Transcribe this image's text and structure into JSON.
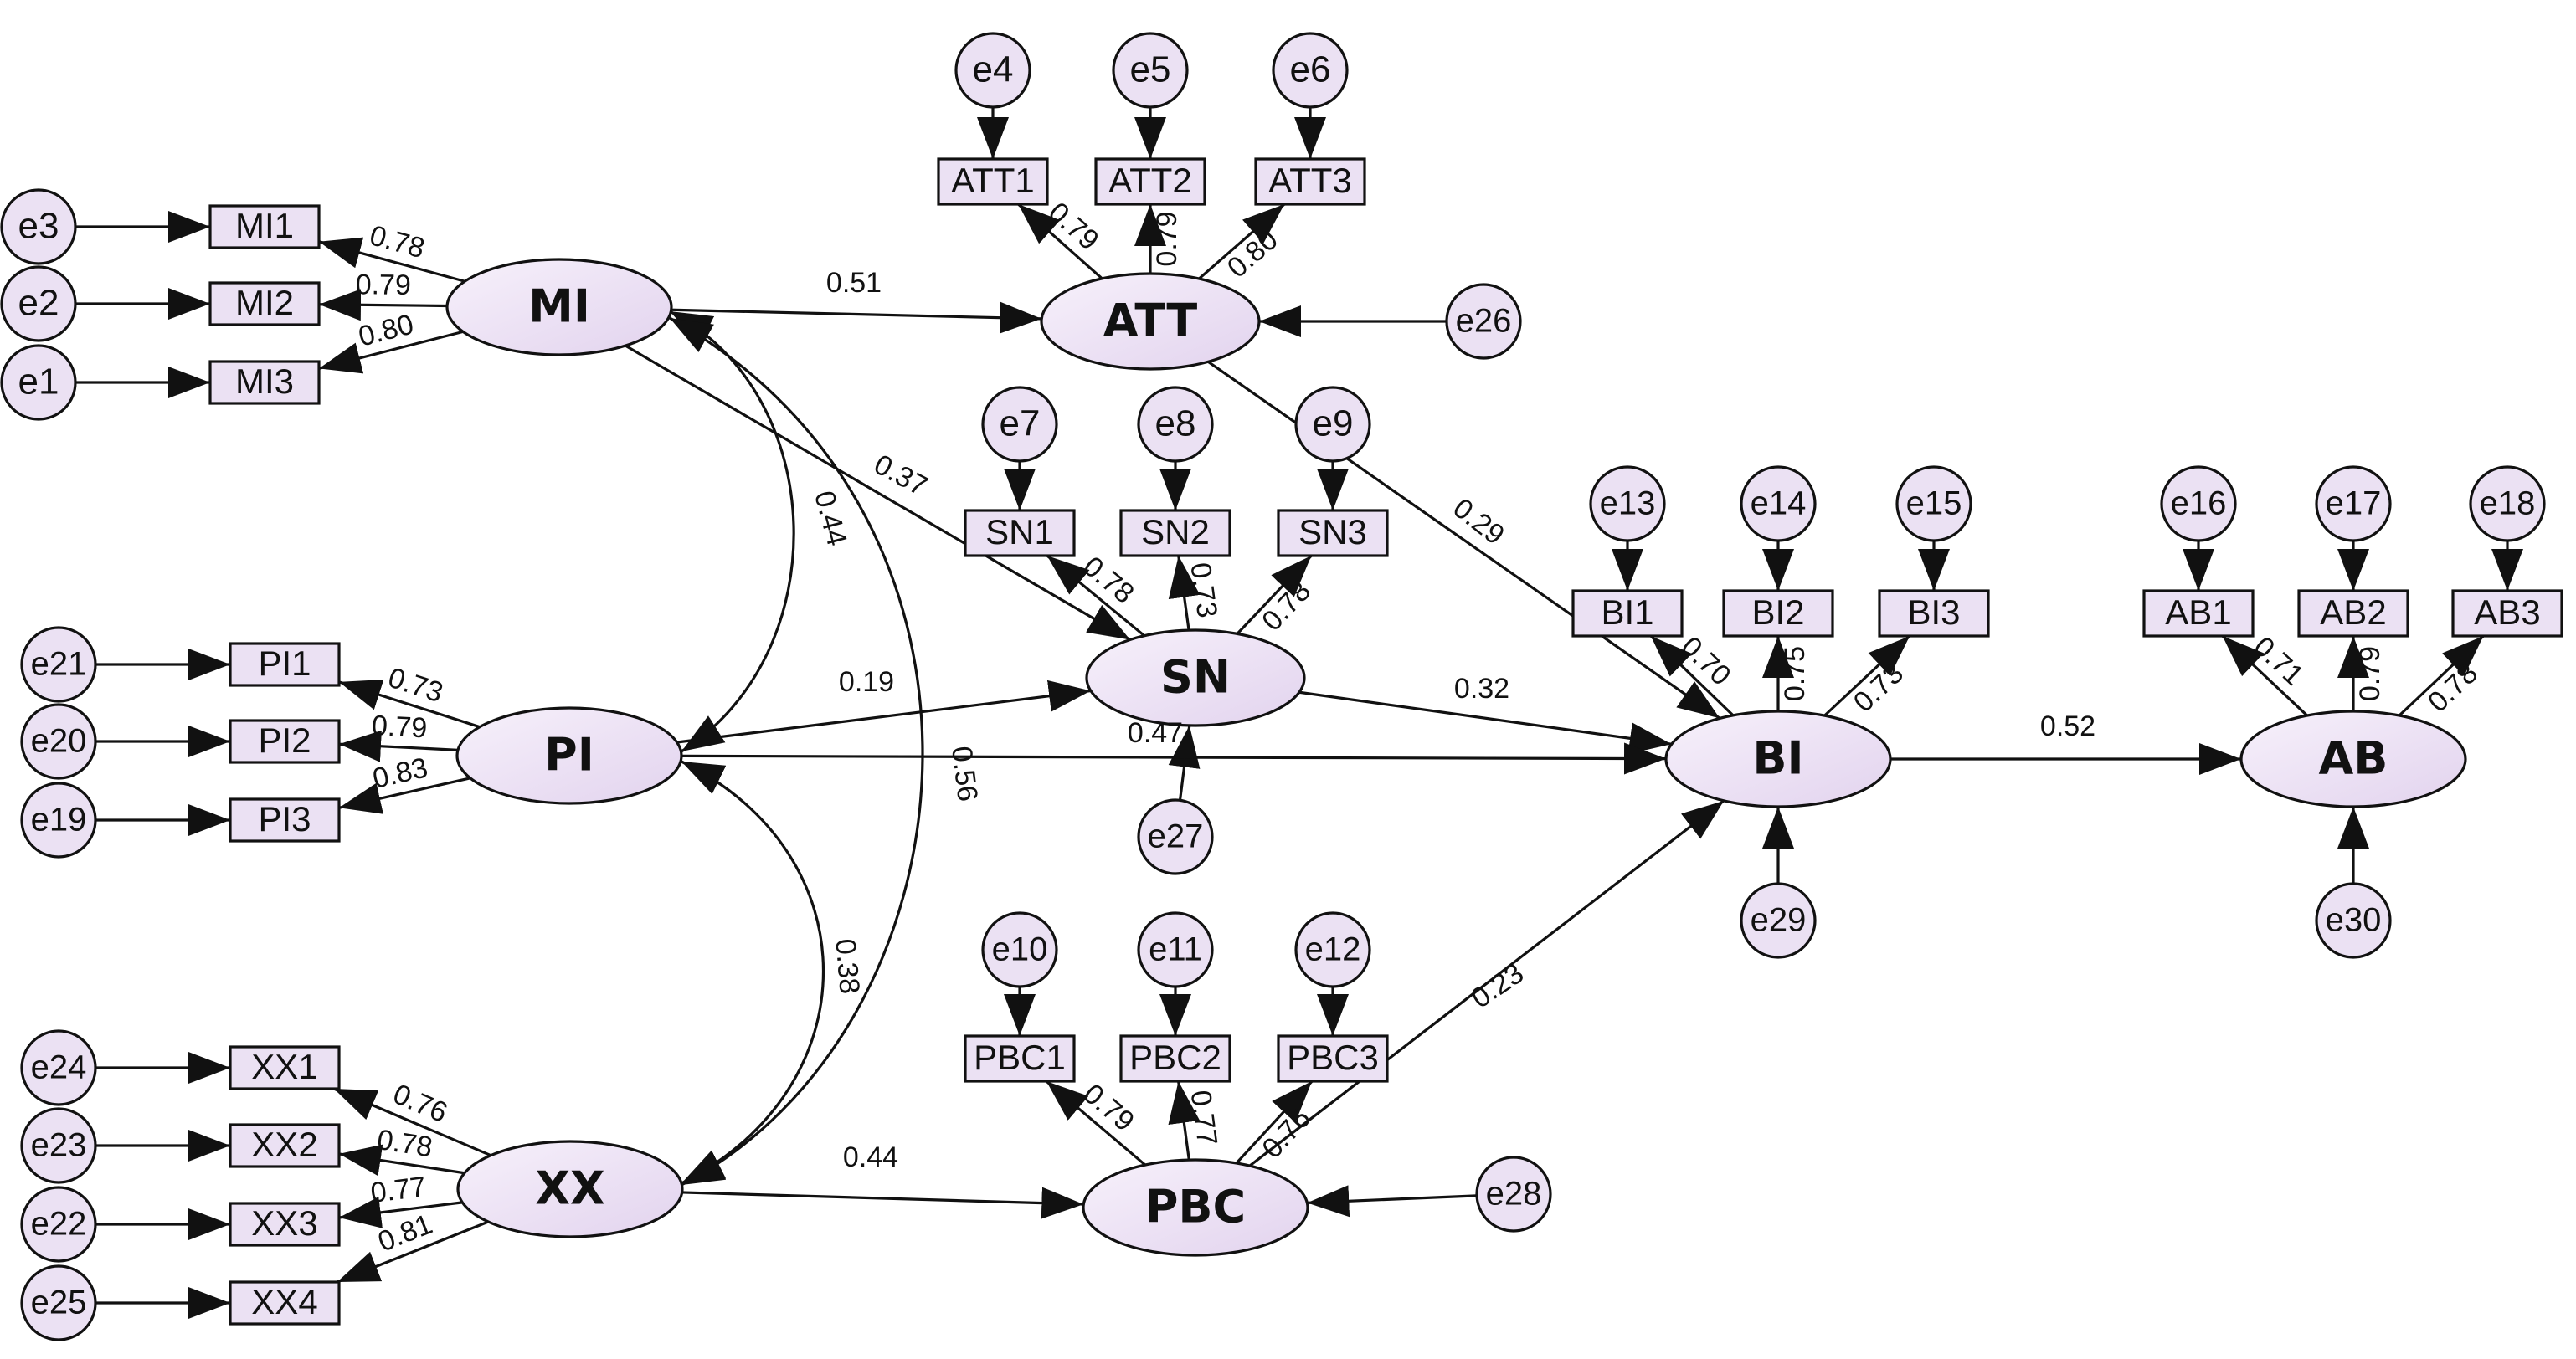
{
  "diagram": {
    "latents": [
      {
        "id": "MI",
        "label": "MI"
      },
      {
        "id": "ATT",
        "label": "ATT"
      },
      {
        "id": "SN",
        "label": "SN"
      },
      {
        "id": "PI",
        "label": "PI"
      },
      {
        "id": "PBC",
        "label": "PBC"
      },
      {
        "id": "XX",
        "label": "XX"
      },
      {
        "id": "BI",
        "label": "BI"
      },
      {
        "id": "AB",
        "label": "AB"
      }
    ],
    "indicators": [
      {
        "id": "MI1",
        "label": "MI1"
      },
      {
        "id": "MI2",
        "label": "MI2"
      },
      {
        "id": "MI3",
        "label": "MI3"
      },
      {
        "id": "ATT1",
        "label": "ATT1"
      },
      {
        "id": "ATT2",
        "label": "ATT2"
      },
      {
        "id": "ATT3",
        "label": "ATT3"
      },
      {
        "id": "SN1",
        "label": "SN1"
      },
      {
        "id": "SN2",
        "label": "SN2"
      },
      {
        "id": "SN3",
        "label": "SN3"
      },
      {
        "id": "PI1",
        "label": "PI1"
      },
      {
        "id": "PI2",
        "label": "PI2"
      },
      {
        "id": "PI3",
        "label": "PI3"
      },
      {
        "id": "PBC1",
        "label": "PBC1"
      },
      {
        "id": "PBC2",
        "label": "PBC2"
      },
      {
        "id": "PBC3",
        "label": "PBC3"
      },
      {
        "id": "XX1",
        "label": "XX1"
      },
      {
        "id": "XX2",
        "label": "XX2"
      },
      {
        "id": "XX3",
        "label": "XX3"
      },
      {
        "id": "XX4",
        "label": "XX4"
      },
      {
        "id": "BI1",
        "label": "BI1"
      },
      {
        "id": "BI2",
        "label": "BI2"
      },
      {
        "id": "BI3",
        "label": "BI3"
      },
      {
        "id": "AB1",
        "label": "AB1"
      },
      {
        "id": "AB2",
        "label": "AB2"
      },
      {
        "id": "AB3",
        "label": "AB3"
      }
    ],
    "errors": [
      {
        "id": "e1",
        "label": "e1"
      },
      {
        "id": "e2",
        "label": "e2"
      },
      {
        "id": "e3",
        "label": "e3"
      },
      {
        "id": "e4",
        "label": "e4"
      },
      {
        "id": "e5",
        "label": "e5"
      },
      {
        "id": "e6",
        "label": "e6"
      },
      {
        "id": "e7",
        "label": "e7"
      },
      {
        "id": "e8",
        "label": "e8"
      },
      {
        "id": "e9",
        "label": "e9"
      },
      {
        "id": "e10",
        "label": "e10"
      },
      {
        "id": "e11",
        "label": "e11"
      },
      {
        "id": "e12",
        "label": "e12"
      },
      {
        "id": "e13",
        "label": "e13"
      },
      {
        "id": "e14",
        "label": "e14"
      },
      {
        "id": "e15",
        "label": "e15"
      },
      {
        "id": "e16",
        "label": "e16"
      },
      {
        "id": "e17",
        "label": "e17"
      },
      {
        "id": "e18",
        "label": "e18"
      },
      {
        "id": "e19",
        "label": "e19"
      },
      {
        "id": "e20",
        "label": "e20"
      },
      {
        "id": "e21",
        "label": "e21"
      },
      {
        "id": "e22",
        "label": "e22"
      },
      {
        "id": "e23",
        "label": "e23"
      },
      {
        "id": "e24",
        "label": "e24"
      },
      {
        "id": "e25",
        "label": "e25"
      },
      {
        "id": "e26",
        "label": "e26"
      },
      {
        "id": "e27",
        "label": "e27"
      },
      {
        "id": "e28",
        "label": "e28"
      },
      {
        "id": "e29",
        "label": "e29"
      },
      {
        "id": "e30",
        "label": "e30"
      }
    ],
    "loadings": [
      {
        "from": "MI",
        "to": "MI1",
        "value": "0.78"
      },
      {
        "from": "MI",
        "to": "MI2",
        "value": "0.79"
      },
      {
        "from": "MI",
        "to": "MI3",
        "value": "0.80"
      },
      {
        "from": "ATT",
        "to": "ATT1",
        "value": "0.79"
      },
      {
        "from": "ATT",
        "to": "ATT2",
        "value": "0.79"
      },
      {
        "from": "ATT",
        "to": "ATT3",
        "value": "0.80"
      },
      {
        "from": "SN",
        "to": "SN1",
        "value": "0.78"
      },
      {
        "from": "SN",
        "to": "SN2",
        "value": "0.73"
      },
      {
        "from": "SN",
        "to": "SN3",
        "value": "0.78"
      },
      {
        "from": "PI",
        "to": "PI1",
        "value": "0.73"
      },
      {
        "from": "PI",
        "to": "PI2",
        "value": "0.79"
      },
      {
        "from": "PI",
        "to": "PI3",
        "value": "0.83"
      },
      {
        "from": "PBC",
        "to": "PBC1",
        "value": "0.79"
      },
      {
        "from": "PBC",
        "to": "PBC2",
        "value": "0.77"
      },
      {
        "from": "PBC",
        "to": "PBC3",
        "value": "0.76"
      },
      {
        "from": "XX",
        "to": "XX1",
        "value": "0.76"
      },
      {
        "from": "XX",
        "to": "XX2",
        "value": "0.78"
      },
      {
        "from": "XX",
        "to": "XX3",
        "value": "0.77"
      },
      {
        "from": "XX",
        "to": "XX4",
        "value": "0.81"
      },
      {
        "from": "BI",
        "to": "BI1",
        "value": "0.70"
      },
      {
        "from": "BI",
        "to": "BI2",
        "value": "0.75"
      },
      {
        "from": "BI",
        "to": "BI3",
        "value": "0.73"
      },
      {
        "from": "AB",
        "to": "AB1",
        "value": "0.71"
      },
      {
        "from": "AB",
        "to": "AB2",
        "value": "0.79"
      },
      {
        "from": "AB",
        "to": "AB3",
        "value": "0.78"
      }
    ],
    "paths": [
      {
        "from": "MI",
        "to": "ATT",
        "value": "0.51"
      },
      {
        "from": "MI",
        "to": "SN",
        "value": "0.37"
      },
      {
        "from": "PI",
        "to": "SN",
        "value": "0.19"
      },
      {
        "from": "XX",
        "to": "PBC",
        "value": "0.44"
      },
      {
        "from": "ATT",
        "to": "BI",
        "value": "0.29"
      },
      {
        "from": "SN",
        "to": "BI",
        "value": "0.32"
      },
      {
        "from": "PI",
        "to": "BI",
        "value": "0.47"
      },
      {
        "from": "PBC",
        "to": "BI",
        "value": "0.23"
      },
      {
        "from": "BI",
        "to": "AB",
        "value": "0.52"
      }
    ],
    "covariances": [
      {
        "a": "MI",
        "b": "PI",
        "value": "0.44"
      },
      {
        "a": "MI",
        "b": "XX",
        "value": "0.56"
      },
      {
        "a": "PI",
        "b": "XX",
        "value": "0.38"
      }
    ],
    "colors": {
      "node_fill": "#ebe1f3",
      "node_fill_light": "#f7f1fb",
      "stroke": "#111111",
      "text": "#111111"
    }
  }
}
